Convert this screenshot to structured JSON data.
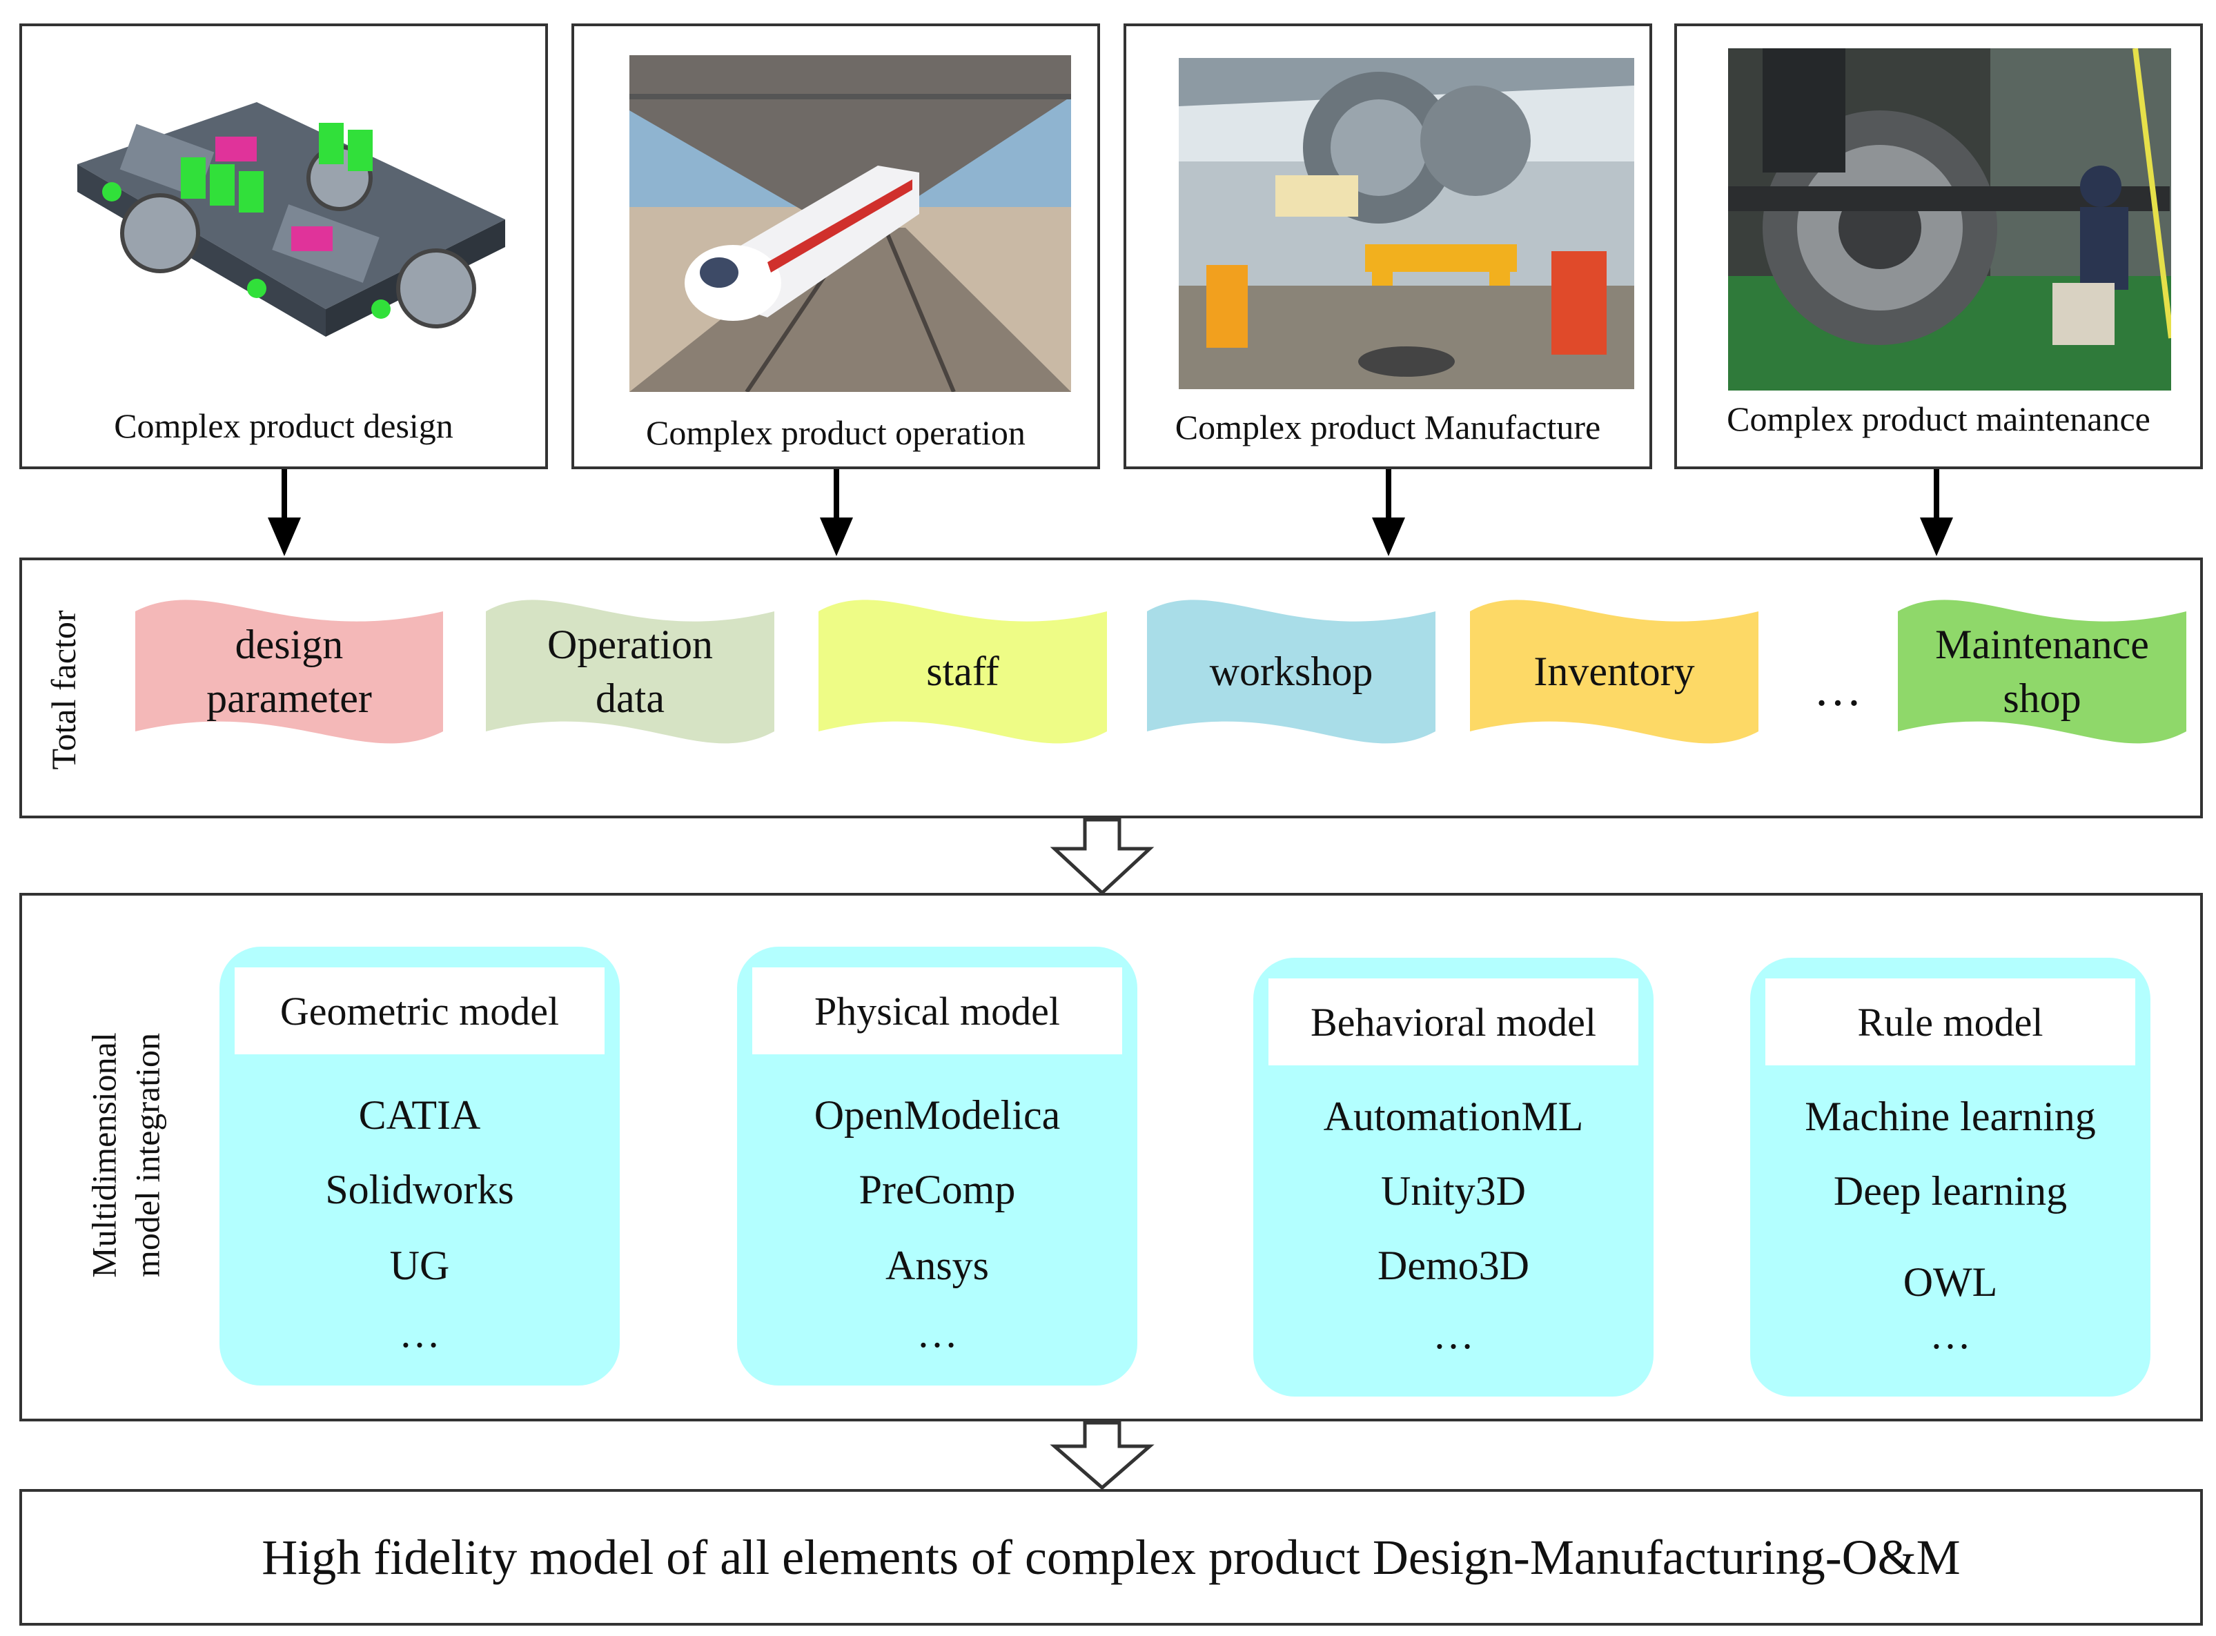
{
  "top_panels": [
    {
      "caption": "Complex product design",
      "image": "bogie-cad-render"
    },
    {
      "caption": "Complex product operation",
      "image": "high-speed-train-photo"
    },
    {
      "caption": "Complex product Manufacture",
      "image": "factory-robot-photo"
    },
    {
      "caption": "Complex product maintenance",
      "image": "wheel-maintenance-photo"
    }
  ],
  "total_factor": {
    "side_label": "Total factor",
    "factors": [
      {
        "line1": "design",
        "line2": "parameter",
        "color": "#f4b8b8"
      },
      {
        "line1": "Operation",
        "line2": "data",
        "color": "#d6e3c4"
      },
      {
        "line1": "staff",
        "line2": "",
        "color": "#eefc86"
      },
      {
        "line1": "workshop",
        "line2": "",
        "color": "#a9dde8"
      },
      {
        "line1": "Inventory",
        "line2": "",
        "color": "#fdd966"
      },
      {
        "line1": "Maintenance",
        "line2": "shop",
        "color": "#8fd86a"
      }
    ],
    "ellipsis": "…"
  },
  "model_integration": {
    "side_label_line1": "Multidimensional",
    "side_label_line2": "model integration",
    "models": [
      {
        "title": "Geometric model",
        "items": [
          "CATIA",
          "Solidworks",
          "UG",
          "…"
        ]
      },
      {
        "title": "Physical model",
        "items": [
          "OpenModelica",
          "PreComp",
          "Ansys",
          "…"
        ]
      },
      {
        "title": "Behavioral model",
        "items": [
          "AutomationML",
          "Unity3D",
          "Demo3D",
          "…"
        ]
      },
      {
        "title": "Rule model",
        "items": [
          "Machine learning",
          "Deep learning",
          "OWL",
          "…"
        ]
      }
    ],
    "box_color": "#b3ffff"
  },
  "final_box": {
    "text": "High fidelity model of all elements of complex product Design-Manufacturing-O&M"
  }
}
